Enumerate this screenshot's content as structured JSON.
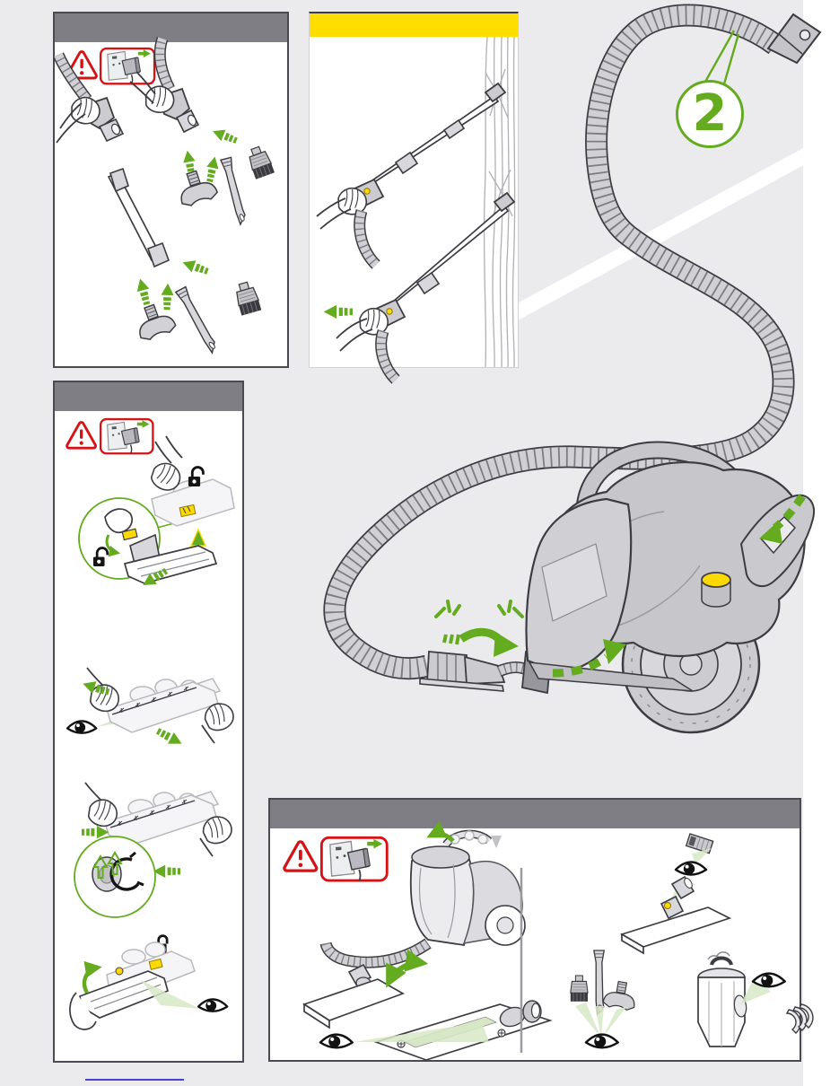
{
  "page": {
    "kind": "instruction-leaflet-page",
    "step_number": "2",
    "background_color": "#ebebed",
    "right_margin_color": "#ffffff"
  },
  "colors": {
    "panel-border": "#4a4a52",
    "header-gray": "#7e7e84",
    "header-yellow": "#fedd00",
    "accent-green": "#64ab1f",
    "cone-green": "#d7e7c5",
    "warning-red": "#d51317",
    "line-dark": "#3c3c42",
    "fill-gray": "#cbcbd0",
    "fill-gray-light": "#e2e2e6",
    "accent-yellow": "#fdd900",
    "link-blue": "#4444d4",
    "page-bg": "#ebebed"
  },
  "panels": {
    "top_left": {
      "header_style": "gray",
      "shows": "attaching-tools-to-hose-and-wand"
    },
    "top_middle": {
      "header_style": "yellow",
      "shows": "cleaning-curtains-with-wand"
    },
    "left_column": {
      "header_style": "gray",
      "shows": "turbine-head-soleplate-and-brushbar-service"
    },
    "bottom": {
      "header_style": "gray",
      "shows": "tool-storage-and-inspection"
    }
  },
  "figure": {
    "step_badge": "2",
    "shows": "hose-connected-to-cylinder-vacuum"
  },
  "icons": [
    "warning-triangle-icon",
    "unplug-socket-icon",
    "eye-icon",
    "padlock-open-icon",
    "padlock-closed-icon",
    "green-arrow-icon",
    "click-burst-icon",
    "step-badge"
  ]
}
